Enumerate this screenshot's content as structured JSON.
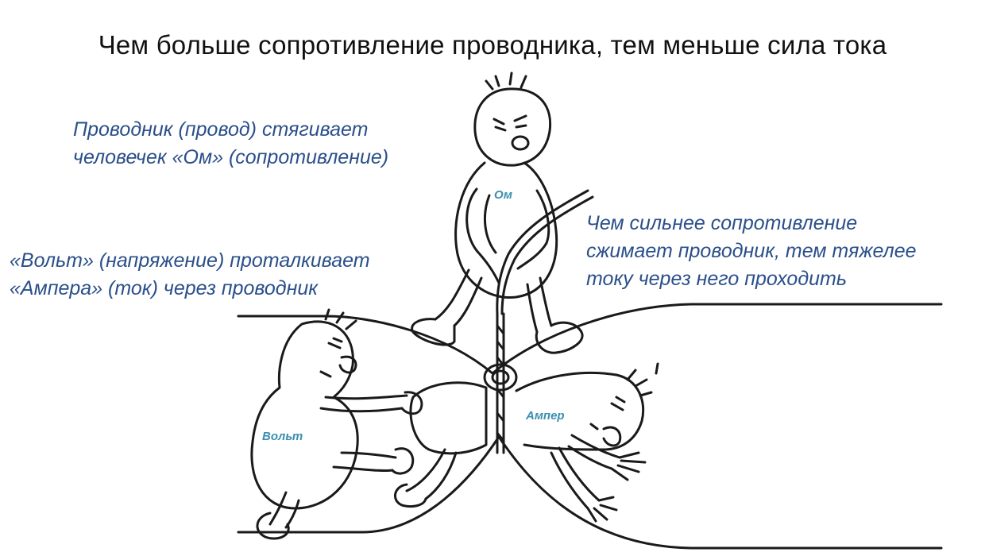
{
  "title": "Чем больше сопротивление проводника, тем меньше сила тока",
  "captions": {
    "conductor": [
      "Проводник (провод) стягивает",
      "человечек «Ом» (сопротивление)"
    ],
    "volt": [
      "«Вольт» (напряжение) проталкивает",
      "«Ампера» (ток) через проводник"
    ],
    "resistance": [
      "Чем сильнее сопротивление",
      "сжимает проводник, тем тяжелее",
      "току через него проходить"
    ]
  },
  "characters": {
    "om": "Ом",
    "volt": "Вольт",
    "amper": "Ампер"
  },
  "colors": {
    "caption": "#2a4f8a",
    "label": "#3a8fb0",
    "ink": "#1a1a1a"
  }
}
